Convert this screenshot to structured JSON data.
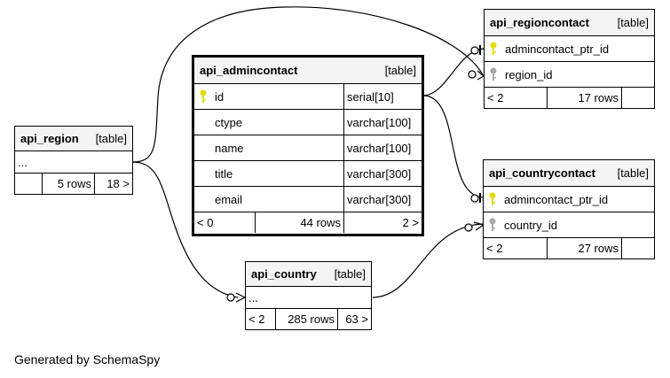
{
  "colors": {
    "header_bg": "#f4f4f4",
    "primary_key": "#e6dc00",
    "foreign_key": "#aaaaaa",
    "line": "#000000"
  },
  "tables": {
    "admincontact": {
      "name": "api_admincontact",
      "kind": "[table]",
      "columns": [
        {
          "name": "id",
          "type": "serial[10]",
          "icon": "primary-key-icon"
        },
        {
          "name": "ctype",
          "type": "varchar[100]"
        },
        {
          "name": "name",
          "type": "varchar[100]"
        },
        {
          "name": "title",
          "type": "varchar[300]"
        },
        {
          "name": "email",
          "type": "varchar[300]"
        }
      ],
      "footer": {
        "parents": "< 0",
        "rows": "44 rows",
        "children": "2 >"
      }
    },
    "regioncontact": {
      "name": "api_regioncontact",
      "kind": "[table]",
      "columns": [
        {
          "name": "admincontact_ptr_id",
          "icon": "primary-key-icon"
        },
        {
          "name": "region_id",
          "icon": "foreign-key-icon"
        }
      ],
      "footer": {
        "parents": "< 2",
        "rows": "17 rows",
        "children": ""
      }
    },
    "countrycontact": {
      "name": "api_countrycontact",
      "kind": "[table]",
      "columns": [
        {
          "name": "admincontact_ptr_id",
          "icon": "primary-key-icon"
        },
        {
          "name": "country_id",
          "icon": "foreign-key-icon"
        }
      ],
      "footer": {
        "parents": "< 2",
        "rows": "27 rows",
        "children": ""
      }
    },
    "region": {
      "name": "api_region",
      "kind": "[table]",
      "columns": [
        {
          "name": "..."
        }
      ],
      "footer": {
        "parents": "",
        "rows": "5 rows",
        "children": "18 >"
      }
    },
    "country": {
      "name": "api_country",
      "kind": "[table]",
      "columns": [
        {
          "name": "..."
        }
      ],
      "footer": {
        "parents": "< 2",
        "rows": "285 rows",
        "children": "63 >"
      }
    }
  },
  "generated_by": "Generated by SchemaSpy"
}
